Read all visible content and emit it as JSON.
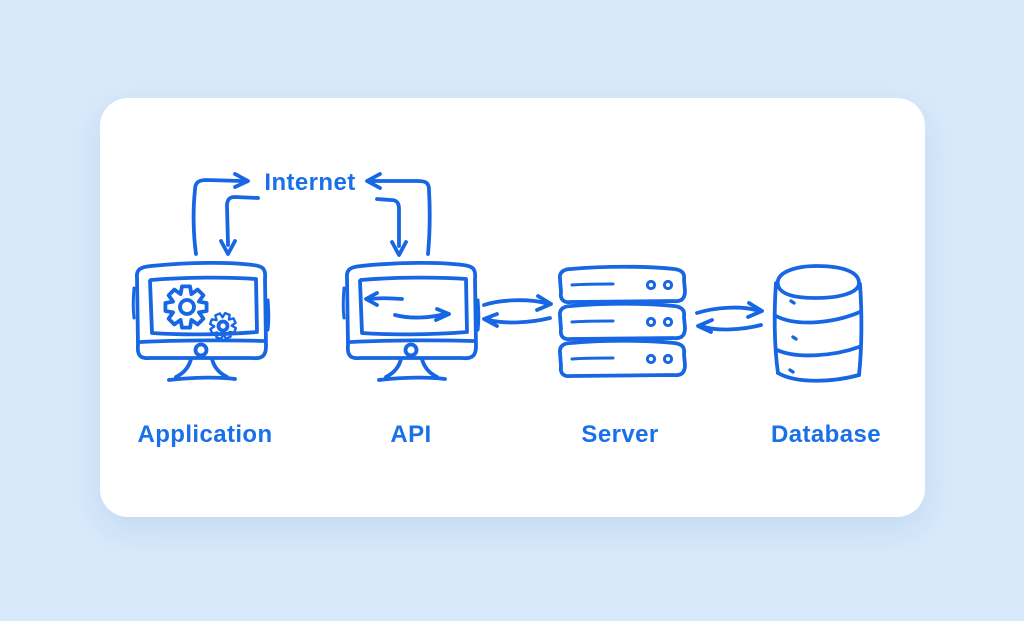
{
  "diagram": {
    "internet_label": "Internet",
    "nodes": [
      {
        "id": "application",
        "label": "Application",
        "icon": "monitor-gears-icon"
      },
      {
        "id": "api",
        "label": "API",
        "icon": "monitor-sync-arrows-icon"
      },
      {
        "id": "server",
        "label": "Server",
        "icon": "server-stack-icon"
      },
      {
        "id": "database",
        "label": "Database",
        "icon": "database-cylinder-icon"
      }
    ],
    "connections": [
      {
        "from": "Application",
        "to": "Internet",
        "direction": "bidirectional"
      },
      {
        "from": "Internet",
        "to": "API",
        "direction": "bidirectional"
      },
      {
        "from": "API",
        "to": "Server",
        "direction": "bidirectional"
      },
      {
        "from": "Server",
        "to": "Database",
        "direction": "bidirectional"
      }
    ],
    "colors": {
      "page_background": "#d7e9fa",
      "card_background": "#ffffff",
      "line_stroke": "#1766e3",
      "label_text": "#1a70e8"
    }
  }
}
